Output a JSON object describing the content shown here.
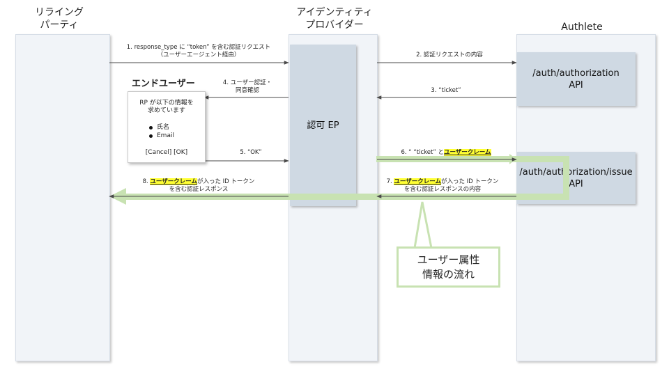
{
  "columns": {
    "rp": {
      "line1": "リライング",
      "line2": "パーティ"
    },
    "idp": {
      "line1": "アイデンティティ",
      "line2": "プロバイダー"
    },
    "authlete": {
      "title": "Authlete"
    }
  },
  "boxes": {
    "authz_ep": "認可 EP",
    "authorization_api": {
      "line1": "/auth/authorization",
      "line2": "API"
    },
    "issue_api": {
      "line1": "/auth/authorization/issue",
      "line2": "API"
    }
  },
  "end_user": {
    "title": "エンドユーザー",
    "consent": {
      "line1": "RP が以下の情報を",
      "line2": "求めています",
      "items": [
        "氏名",
        "Email"
      ],
      "buttons": "[Cancel] [OK]"
    }
  },
  "messages": {
    "m1": {
      "line1": "1. response_type に “token” を含む認証リクエスト",
      "line2": "（ユーザーエージェント経由）"
    },
    "m2": "2. 認証リクエストの内容",
    "m3": "3. “ticket”",
    "m4": {
      "line1": "4. ユーザー認証・",
      "line2": "同意確認"
    },
    "m5": "5. “OK”",
    "m6": {
      "prefix": "6. “ “ticket” と",
      "highlight": "ユーザークレーム"
    },
    "m7": {
      "prefix": "7.",
      "highlight": "ユーザークレーム",
      "line1_rest": "が入った ID トークン",
      "line2": "を含む認証レスポンスの内容"
    },
    "m8": {
      "prefix": "8.",
      "highlight": "ユーザークレーム",
      "line1_rest": "が入った ID トークン",
      "line2": "を含む認証レスポンス"
    }
  },
  "callout": {
    "line1": "ユーザー属性",
    "line2": "情報の流れ"
  },
  "colors": {
    "flow": "#c8e2b2",
    "highlight": "#ffff33",
    "lane": "#f1f4f8",
    "box": "#cfd9e3",
    "arrow": "#4a4a4a"
  }
}
